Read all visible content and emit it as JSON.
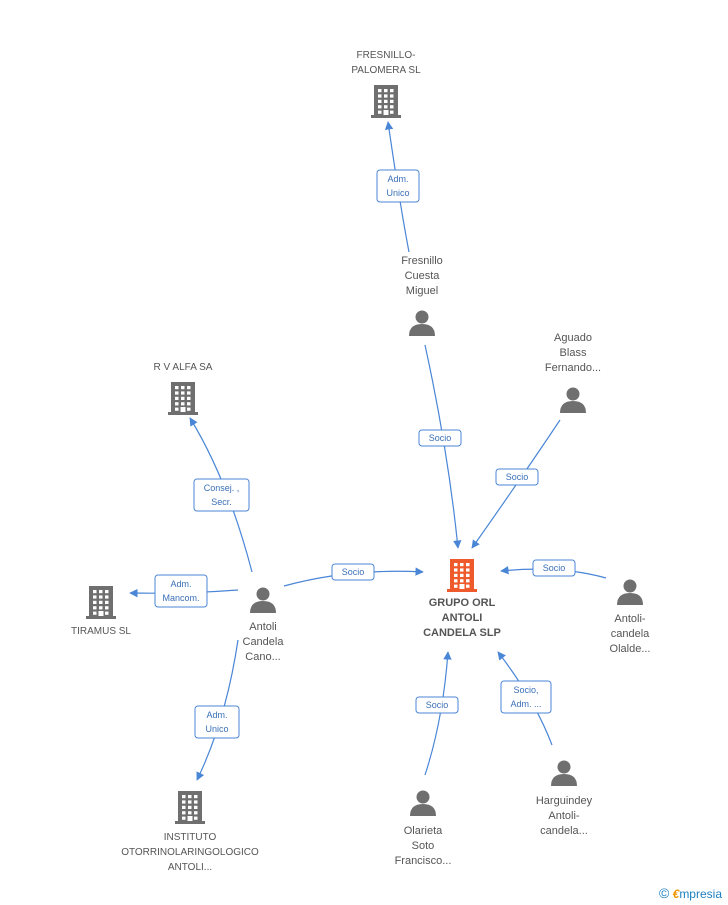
{
  "nodes": {
    "grupo": {
      "kind": "company",
      "main": true,
      "lines": [
        "GRUPO ORL",
        "ANTOLI",
        "CANDELA SLP"
      ]
    },
    "fresnillo_palomera": {
      "kind": "company",
      "lines": [
        "FRESNILLO-",
        "PALOMERA SL"
      ]
    },
    "rv_alfa": {
      "kind": "company",
      "lines": [
        "R V ALFA SA"
      ]
    },
    "tiramus": {
      "kind": "company",
      "lines": [
        "TIRAMUS SL"
      ]
    },
    "instituto": {
      "kind": "company",
      "lines": [
        "INSTITUTO",
        "OTORRINOLARINGOLOGICO",
        "ANTOLI..."
      ]
    },
    "fresnillo_cuesta": {
      "kind": "person",
      "lines": [
        "Fresnillo",
        "Cuesta",
        "Miguel"
      ]
    },
    "aguado": {
      "kind": "person",
      "lines": [
        "Aguado",
        "Blass",
        "Fernando..."
      ]
    },
    "antoli_cano": {
      "kind": "person",
      "lines": [
        "Antoli",
        "Candela",
        "Cano..."
      ]
    },
    "antoli_olalde": {
      "kind": "person",
      "lines": [
        "Antoli-",
        "candela",
        "Olalde..."
      ]
    },
    "olarieta": {
      "kind": "person",
      "lines": [
        "Olarieta",
        "Soto",
        "Francisco..."
      ]
    },
    "harguindey": {
      "kind": "person",
      "lines": [
        "Harguindey",
        "Antoli-",
        "candela..."
      ]
    }
  },
  "edges": [
    {
      "from": "fresnillo_cuesta",
      "to": "fresnillo_palomera",
      "lines": [
        "Adm.",
        "Unico"
      ]
    },
    {
      "from": "fresnillo_cuesta",
      "to": "grupo",
      "lines": [
        "Socio"
      ]
    },
    {
      "from": "aguado",
      "to": "grupo",
      "lines": [
        "Socio"
      ]
    },
    {
      "from": "antoli_cano",
      "to": "rv_alfa",
      "lines": [
        "Consej. ,",
        "Secr."
      ]
    },
    {
      "from": "antoli_cano",
      "to": "tiramus",
      "lines": [
        "Adm.",
        "Mancom."
      ]
    },
    {
      "from": "antoli_cano",
      "to": "grupo",
      "lines": [
        "Socio"
      ]
    },
    {
      "from": "antoli_cano",
      "to": "instituto",
      "lines": [
        "Adm.",
        "Unico"
      ]
    },
    {
      "from": "antoli_olalde",
      "to": "grupo",
      "lines": [
        "Socio"
      ]
    },
    {
      "from": "olarieta",
      "to": "grupo",
      "lines": [
        "Socio"
      ]
    },
    {
      "from": "harguindey",
      "to": "grupo",
      "lines": [
        "Socio,",
        "Adm. ..."
      ]
    }
  ],
  "colors": {
    "edge": "#4a86d6",
    "company": "#6f6f6f",
    "main_company": "#ee5a2b",
    "person": "#6f6f6f"
  },
  "footer": {
    "copyright_symbol": "©",
    "brand_e": "€",
    "brand_rest": "mpresia"
  }
}
